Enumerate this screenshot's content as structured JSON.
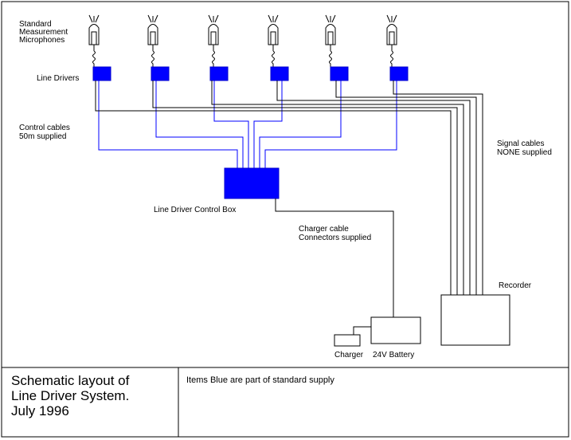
{
  "labels": {
    "microphones": [
      "Standard",
      "Measurement",
      "Microphones"
    ],
    "line_drivers": "Line Drivers",
    "control_cables": [
      "Control cables",
      "50m supplied"
    ],
    "signal_cables": [
      "Signal cables",
      "NONE supplied"
    ],
    "control_box": "Line Driver Control Box",
    "charger_cable": [
      "Charger cable",
      "Connectors supplied"
    ],
    "recorder": "Recorder",
    "charger": "Charger",
    "battery": "24V Battery"
  },
  "title_block": {
    "title": [
      "Schematic layout of",
      "Line Driver System.",
      "July 1996"
    ],
    "note": "Items Blue are part of standard supply"
  },
  "colors": {
    "standard_supply": "#0000ff",
    "line": "#000000"
  },
  "icons": {
    "microphone": "microphone-icon",
    "line_driver": "line-driver-box"
  }
}
